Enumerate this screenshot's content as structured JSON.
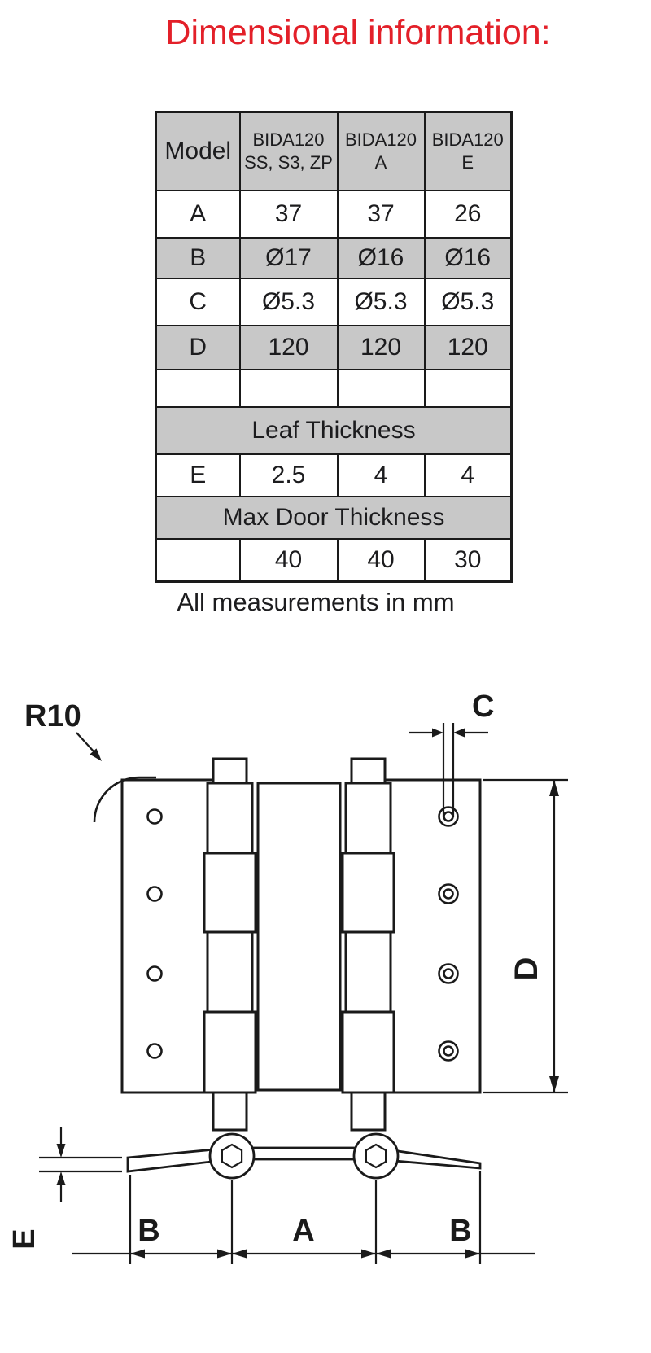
{
  "title": "Dimensional information:",
  "table": {
    "header": {
      "model_label": "Model",
      "columns": [
        {
          "line1": "BIDA120",
          "line2": "SS, S3, ZP"
        },
        {
          "line1": "BIDA120",
          "line2": "A"
        },
        {
          "line1": "BIDA120",
          "line2": "E"
        }
      ]
    },
    "rows": [
      {
        "label": "A",
        "values": [
          "37",
          "37",
          "26"
        ]
      },
      {
        "label": "B",
        "values": [
          "Ø17",
          "Ø16",
          "Ø16"
        ]
      },
      {
        "label": "C",
        "values": [
          "Ø5.3",
          "Ø5.3",
          "Ø5.3"
        ]
      },
      {
        "label": "D",
        "values": [
          "120",
          "120",
          "120"
        ]
      }
    ],
    "leaf_thickness": {
      "header": "Leaf Thickness",
      "row": {
        "label": "E",
        "values": [
          "2.5",
          "4",
          "4"
        ]
      }
    },
    "max_door_thickness": {
      "header": "Max Door Thickness",
      "row": {
        "label": "",
        "values": [
          "40",
          "40",
          "30"
        ]
      }
    }
  },
  "caption": "All measurements in mm",
  "diagram": {
    "labels": {
      "radius": "R10",
      "c": "C",
      "d": "D",
      "e": "E",
      "b_left": "B",
      "a": "A",
      "b_right": "B"
    }
  },
  "colors": {
    "title_red": "#e32029",
    "table_gray": "#c8c8c8",
    "line_black": "#1a1a1a"
  }
}
